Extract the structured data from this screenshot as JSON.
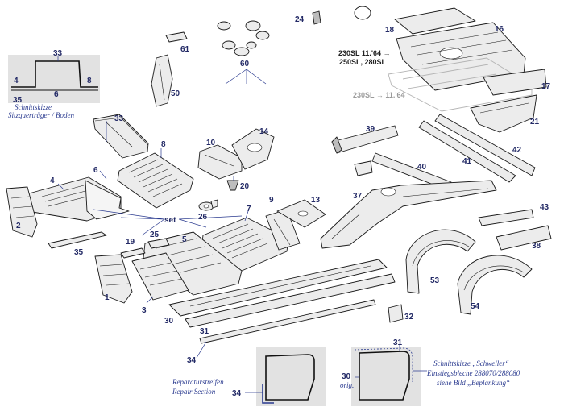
{
  "part_labels": {
    "p1": "1",
    "p2": "2",
    "p3": "3",
    "p4": "4",
    "p5": "5",
    "p6": "6",
    "p7": "7",
    "p8": "8",
    "p9": "9",
    "p10": "10",
    "p13": "13",
    "p14": "14",
    "p16": "16",
    "p17": "17",
    "p18": "18",
    "p19": "19",
    "p20": "20",
    "p21": "21",
    "p24": "24",
    "p25": "25",
    "p26": "26",
    "p30": "30",
    "p31": "31",
    "p32": "32",
    "p33": "33",
    "p34": "34",
    "p35": "35",
    "p37": "37",
    "p38": "38",
    "p39": "39",
    "p40": "40",
    "p41": "41",
    "p42": "42",
    "p43": "43",
    "p50": "50",
    "p53": "53",
    "p54": "54",
    "p60": "60",
    "p61": "61",
    "set": "set"
  },
  "inset_sitz": {
    "label_33": "33",
    "label_4": "4",
    "label_6": "6",
    "label_8": "8",
    "label_35": "35",
    "caption_line1": "Schnittskizze",
    "caption_line2": "Sitzquerträger / Boden"
  },
  "models": {
    "upper_line1": "230SL 11.'64 →",
    "upper_line2": "250SL, 280SL",
    "lower": "230SL → 11.'64"
  },
  "inset_repair": {
    "caption_line1": "Reparaturstreifen",
    "caption_line2": "Repair Section",
    "label_34": "34"
  },
  "inset_schweller": {
    "label_31": "31",
    "label_30": "30",
    "label_orig": "orig.",
    "caption_line1": "Schnittskizze „Schweller“",
    "caption_line2": "Einstiegsbleche 288070/288080",
    "caption_line3": "siehe Bild „Beplankung“"
  }
}
